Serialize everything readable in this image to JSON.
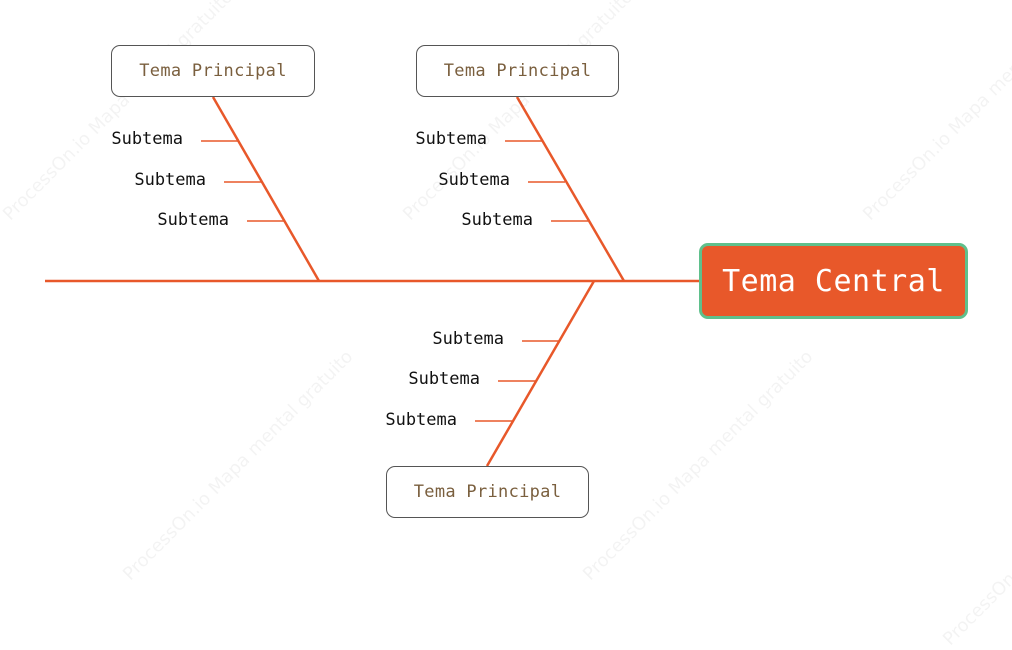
{
  "watermarks": [
    "ProcessOn.io Mapa mental gratuito",
    "ProcessOn.io Mapa mental gratuito",
    "ProcessOn.io Mapa mental gratuito",
    "ProcessOn.io Mapa mental gratuito",
    "ProcessOn.io Mapa mental gratuito",
    "ProcessOn.io Mapa mental gratuito"
  ],
  "colors": {
    "spine": "#e8582a",
    "central_fill": "#e8582a",
    "central_border": "#5fc08c",
    "topic_text": "#7a5f3e"
  },
  "central_topic": {
    "label": "Tema Central"
  },
  "branches": [
    {
      "label": "Tema Principal",
      "subtopics": [
        "Subtema",
        "Subtema",
        "Subtema"
      ]
    },
    {
      "label": "Tema Principal",
      "subtopics": [
        "Subtema",
        "Subtema",
        "Subtema"
      ]
    },
    {
      "label": "Tema Principal",
      "subtopics": [
        "Subtema",
        "Subtema",
        "Subtema"
      ]
    }
  ]
}
